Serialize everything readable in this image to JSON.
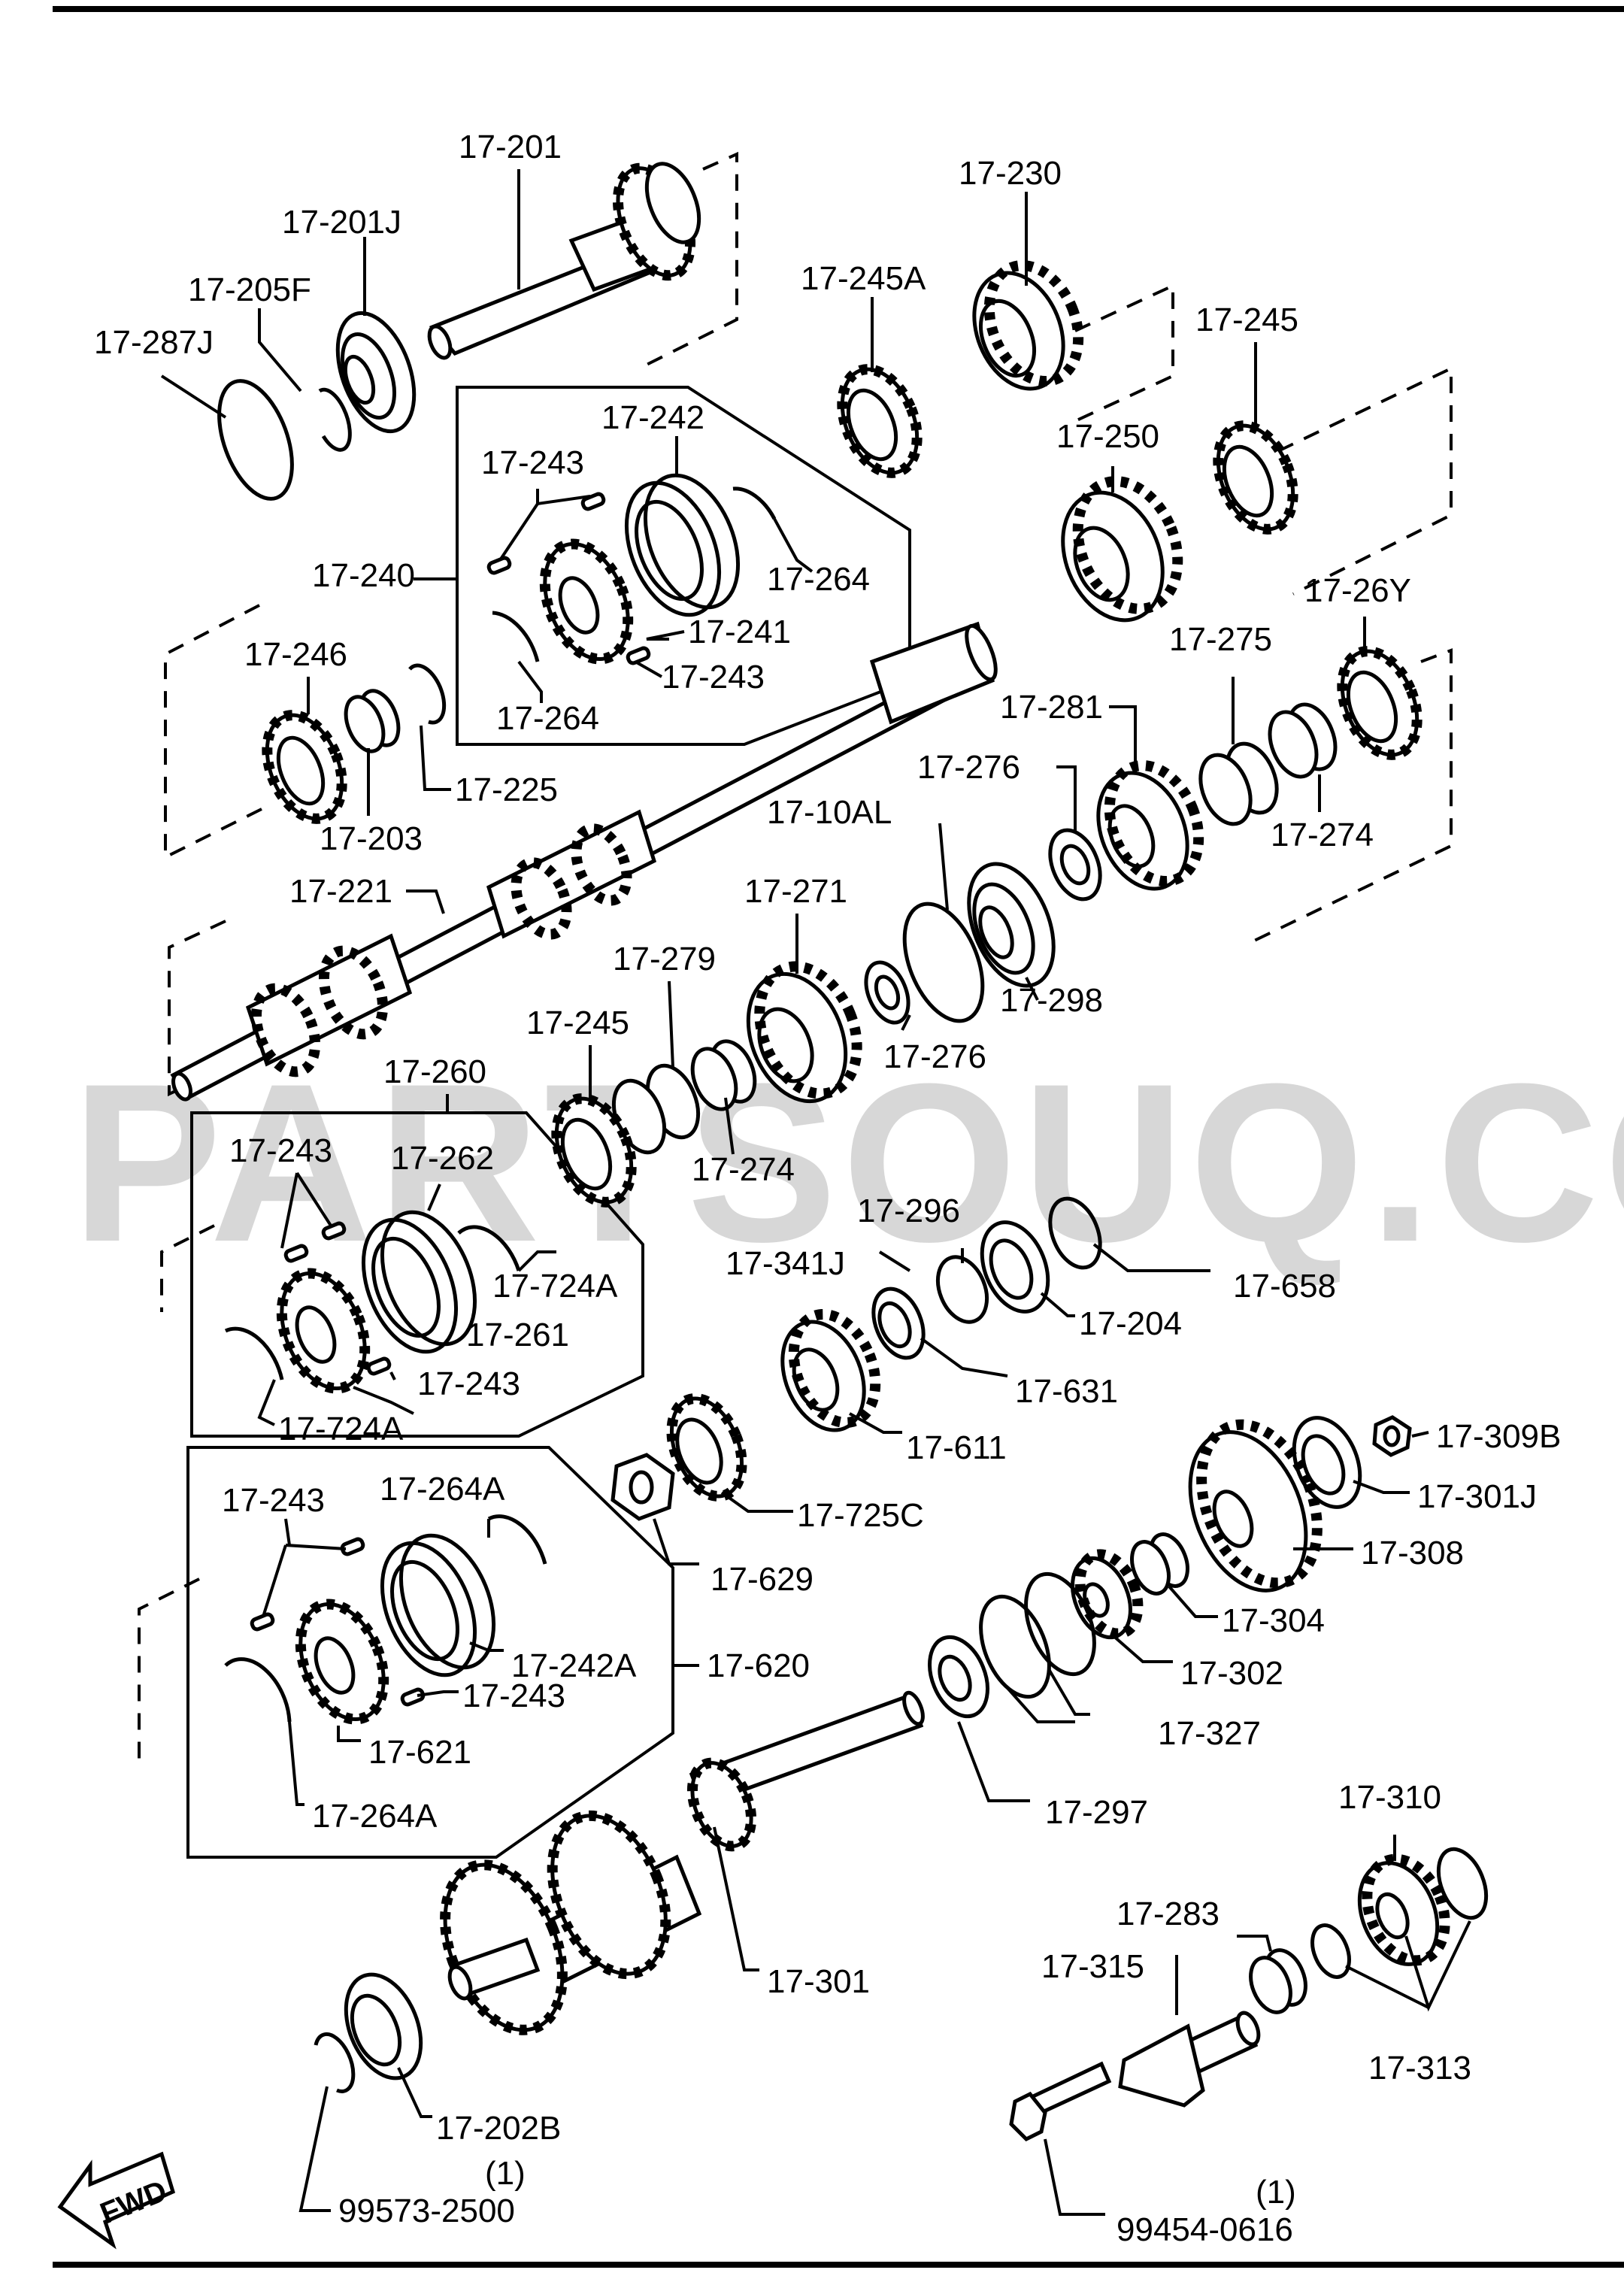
{
  "watermark": "PARTSOUQ.COM",
  "fwd_label": "FWD",
  "labels": {
    "p17_201": "17-201",
    "p17_201J": "17-201J",
    "p17_205F": "17-205F",
    "p17_287J": "17-287J",
    "p17_230": "17-230",
    "p17_245A": "17-245A",
    "p17_245_top": "17-245",
    "p17_250": "17-250",
    "p17_242": "17-242",
    "p17_243_a": "17-243",
    "p17_240": "17-240",
    "p17_264_a": "17-264",
    "p17_241": "17-241",
    "p17_243_b": "17-243",
    "p17_264_b": "17-264",
    "p17_26Y": "17-26Y",
    "p17_275": "17-275",
    "p17_281": "17-281",
    "p17_276_a": "17-276",
    "p17_274_a": "17-274",
    "p17_246": "17-246",
    "p17_225": "17-225",
    "p17_203": "17-203",
    "p17_10AL": "17-10AL",
    "p17_221": "17-221",
    "p17_271": "17-271",
    "p17_279": "17-279",
    "p17_245_mid": "17-245",
    "p17_298": "17-298",
    "p17_276_b": "17-276",
    "p17_274_b": "17-274",
    "p17_260": "17-260",
    "p17_243_c": "17-243",
    "p17_262": "17-262",
    "p17_724A_a": "17-724A",
    "p17_261": "17-261",
    "p17_243_d": "17-243",
    "p17_724A_b": "17-724A",
    "p17_296": "17-296",
    "p17_341J": "17-341J",
    "p17_658": "17-658",
    "p17_204": "17-204",
    "p17_631": "17-631",
    "p17_611": "17-611",
    "p17_309B": "17-309B",
    "p17_301J": "17-301J",
    "p17_308": "17-308",
    "p17_725C": "17-725C",
    "p17_629": "17-629",
    "p17_304": "17-304",
    "p17_243_e": "17-243",
    "p17_264A_a": "17-264A",
    "p17_242A": "17-242A",
    "p17_620": "17-620",
    "p17_243_f": "17-243",
    "p17_621": "17-621",
    "p17_264A_b": "17-264A",
    "p17_302": "17-302",
    "p17_327": "17-327",
    "p17_297": "17-297",
    "p17_310": "17-310",
    "p17_283": "17-283",
    "p17_315": "17-315",
    "p17_301": "17-301",
    "p17_313": "17-313",
    "p17_202B": "17-202B",
    "p99573": "99573-2500",
    "q99573": "(1)",
    "p99454": "99454-0616",
    "q99454": "(1)"
  }
}
